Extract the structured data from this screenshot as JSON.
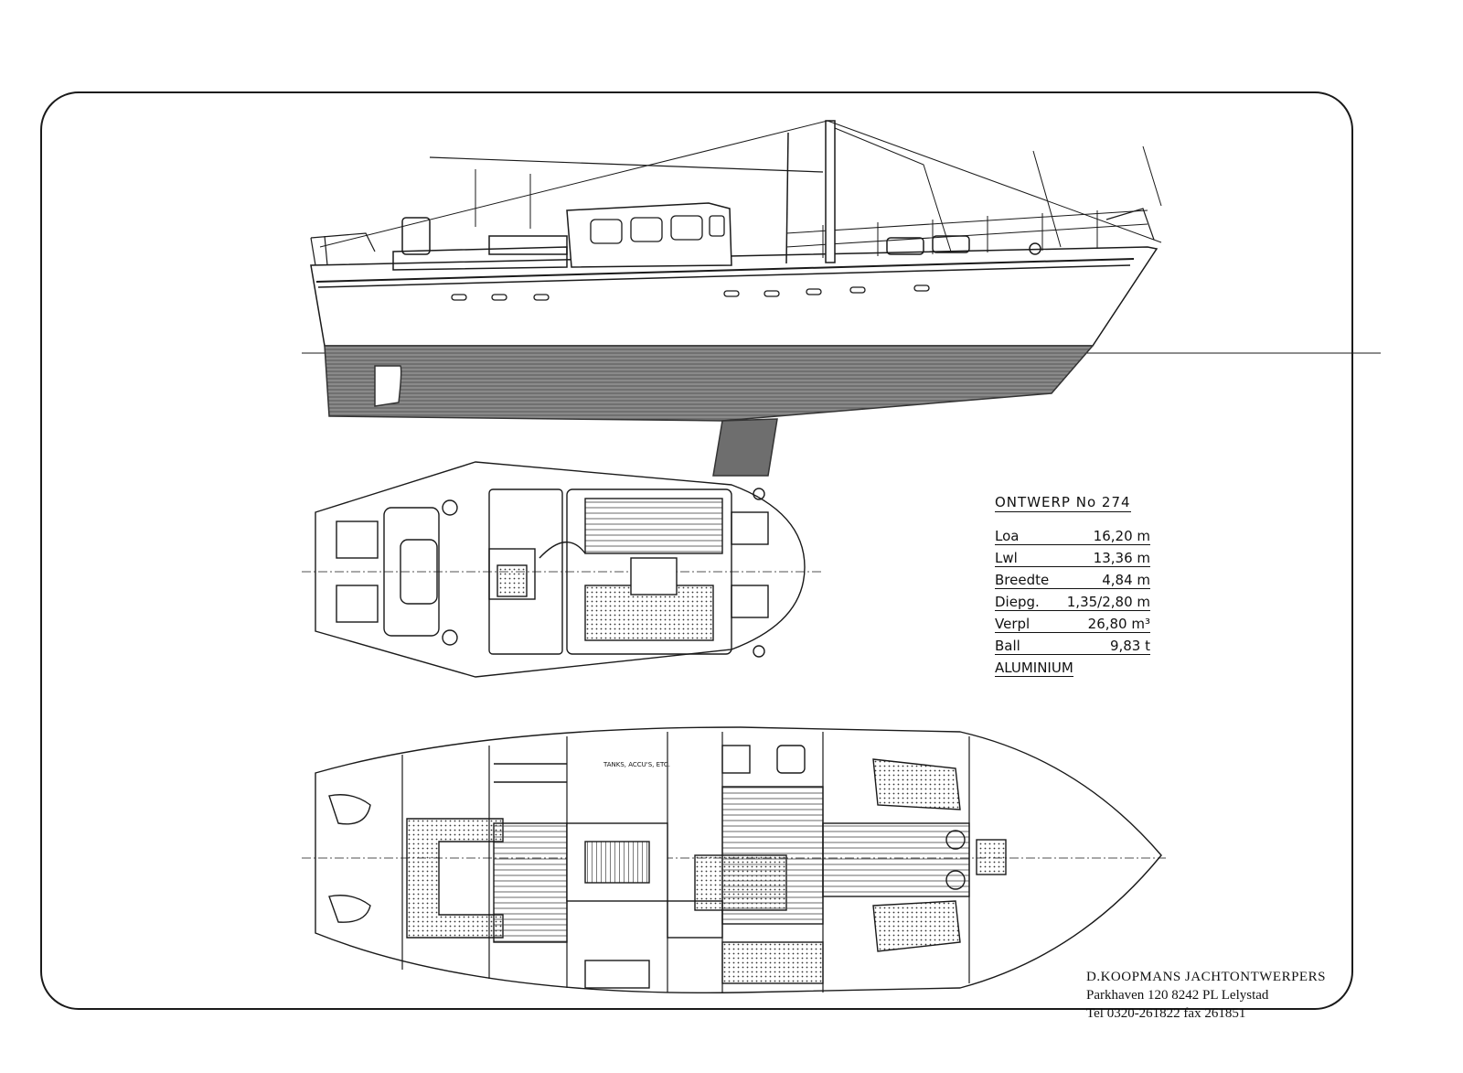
{
  "spec_block": {
    "title": "ONTWERP No 274",
    "rows": [
      {
        "label": "Loa",
        "value": "16,20 m"
      },
      {
        "label": "Lwl",
        "value": "13,36 m"
      },
      {
        "label": "Breedte",
        "value": "4,84 m"
      },
      {
        "label": "Diepg.",
        "value": "1,35/2,80 m"
      },
      {
        "label": "Verpl",
        "value": "26,80 m³"
      },
      {
        "label": "Ball",
        "value": "9,83 t"
      }
    ],
    "material": "ALUMINIUM"
  },
  "plan_label": "TANKS, ACCU'S, ETC.",
  "address": {
    "firm": "D.KOOPMANS JACHTONTWERPERS",
    "street": "Parkhaven 120 8242 PL Lelystad",
    "phone": "Tel 0320-261822 fax 261851"
  },
  "colors": {
    "ink": "#1a1a1a",
    "paper": "#ffffff",
    "hull_shading": "#7a7a7a"
  }
}
